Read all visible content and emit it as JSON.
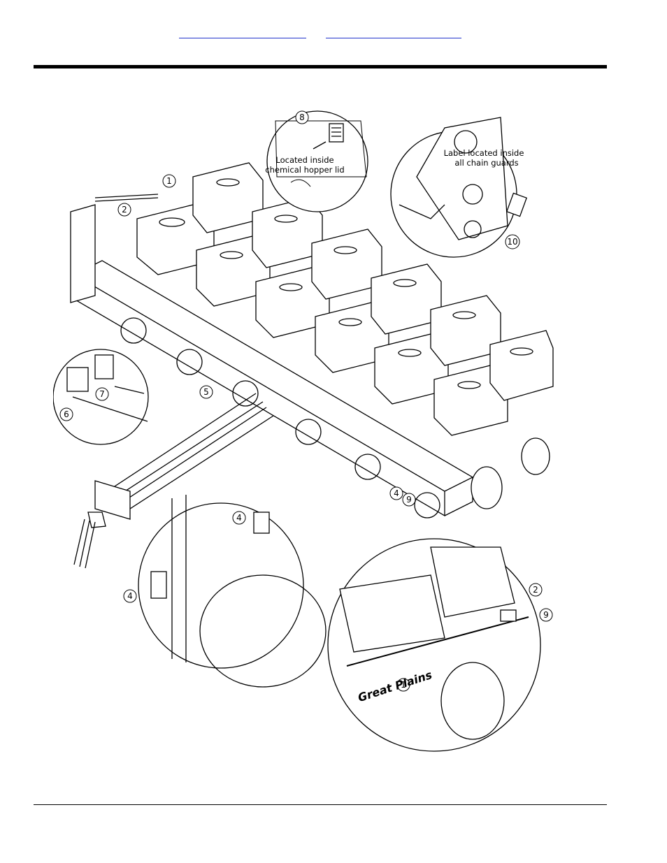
{
  "header": {
    "link_left": "",
    "link_right": ""
  },
  "figure": {
    "note_chemical": [
      "Located  inside",
      "chemical  hopper  lid"
    ],
    "note_chain": [
      "Label  located  inside",
      "all  chain  guards"
    ],
    "callouts": [
      "1",
      "2",
      "8",
      "10",
      "6",
      "7",
      "5",
      "4",
      "9",
      "4",
      "4",
      "2",
      "9",
      "1"
    ],
    "brand_text": "Great Plains"
  }
}
